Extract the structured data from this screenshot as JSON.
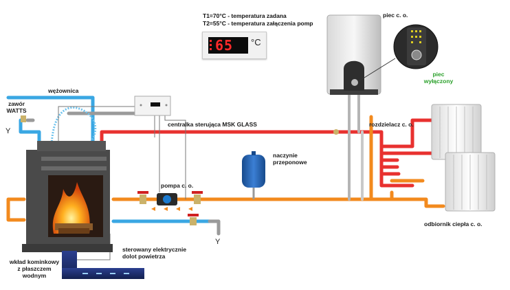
{
  "legend": {
    "line1": "T1=70°C - temperatura zadana",
    "line2": "T2=55°C - temperatura załączenia pomp"
  },
  "display": {
    "value": "65",
    "unit": "°C"
  },
  "labels": {
    "piec_co": "piec c. o.",
    "piec_wylaczony_1": "piec",
    "piec_wylaczony_2": "wyłączony",
    "wezownica": "wężownica",
    "zawor_1": "zawór",
    "zawor_2": "WATTS",
    "centralka": "centralka sterująca MSK GLASS",
    "rozdzielacz": "rozdzielacz c. o.",
    "naczynie_1": "naczynie",
    "naczynie_2": "przeponowe",
    "pompa": "pompa c. o.",
    "odbiornik": "odbiornik ciepła c. o.",
    "wklad_1": "wkład kominkowy",
    "wklad_2": "z płaszczem",
    "wklad_3": "wodnym",
    "dolot_1": "sterowany elektrycznie",
    "dolot_2": "dolot powietrza",
    "y_symbol": "Y"
  },
  "colors": {
    "hot_pipe": "#e8312f",
    "return_pipe": "#f28a1e",
    "cold_pipe": "#3aa7e3",
    "grey_pipe": "#9a9a9a",
    "stove_body": "#4a4a4a",
    "vessel": "#1f5fb0",
    "status_green": "#2aa02a"
  }
}
